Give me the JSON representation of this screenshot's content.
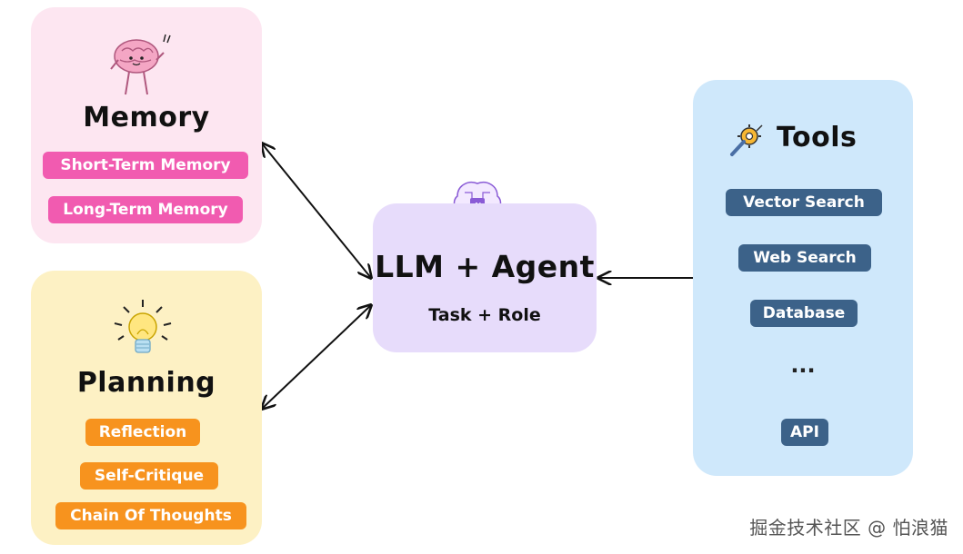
{
  "memory": {
    "title": "Memory",
    "items": [
      "Short-Term Memory",
      "Long-Term Memory"
    ],
    "icon": "brain-icon",
    "color": "#f15bb0"
  },
  "planning": {
    "title": "Planning",
    "items": [
      "Reflection",
      "Self-Critique",
      "Chain Of Thoughts"
    ],
    "icon": "lightbulb-icon",
    "color": "#f7931e"
  },
  "agent": {
    "title": "LLM + Agent",
    "subtitle": "Task + Role",
    "icon": "ai-brain-icon"
  },
  "tools": {
    "title": "Tools",
    "items": [
      "Vector Search",
      "Web Search",
      "Database"
    ],
    "ellipsis": "...",
    "last_item": "API",
    "icon": "gear-wrench-icon",
    "color": "#3c6289"
  },
  "watermark": "掘金技术社区 @ 怕浪猫"
}
